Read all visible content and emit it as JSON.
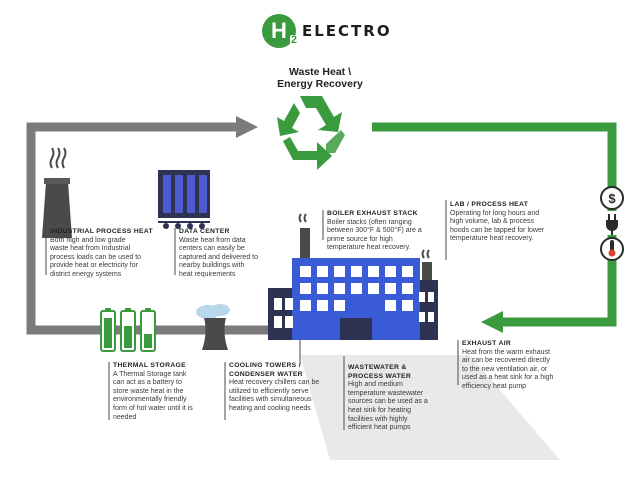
{
  "logo": {
    "mark": "H",
    "sub": "2",
    "text": "ELECTRO"
  },
  "title": {
    "line1": "Waste Heat \\",
    "line2": "Energy Recovery"
  },
  "sections": {
    "industrial": {
      "heading": "INDUSTRIAL PROCESS HEAT",
      "lines": [
        "Both high and low grade",
        "waste heat from Industrial",
        "process loads can be used to",
        "provide heat or electricity for",
        "district energy systems"
      ]
    },
    "datacenter": {
      "heading": "DATA CENTER",
      "lines": [
        "Waste heat from data",
        "centers can easily be",
        "captured and delivered to",
        "nearby buildings with",
        "heat requirements"
      ]
    },
    "boiler": {
      "heading": "BOILER EXHAUST STACK",
      "lines": [
        "Boiler stacks (often ranging",
        "between 300°F & 500°F) are a",
        "prime source for high",
        "temperature heat recovery."
      ]
    },
    "lab": {
      "heading": "LAB / PROCESS HEAT",
      "lines": [
        "Operating for long hours and",
        "high volume, lab & process",
        "hoods can be tapped for lower",
        "temperature heat recovery."
      ]
    },
    "exhaust": {
      "heading": "EXHAUST AIR",
      "lines": [
        "Heat from the warm exhaust",
        "air can be recovered directly",
        "to the new ventilation air, or",
        "used as a heat sink for a high",
        "efficiency heat pump"
      ]
    },
    "wastewater": {
      "heading": "WASTEWATER &",
      "heading2": "PROCESS WATER",
      "lines": [
        "High and medium",
        "temperature wastewater",
        "sources can be used as a",
        "heat sink for heating",
        "facilities with highly",
        "efficient heat pumps"
      ]
    },
    "cooling": {
      "heading": "COOLING TOWERS /",
      "heading2": "CONDENSER WATER",
      "lines": [
        "Heat recovery chillers can be",
        "utilized to efficiently serve",
        "facilities with simultaneous",
        "heating and cooling needs"
      ]
    },
    "thermal": {
      "heading": "THERMAL STORAGE",
      "lines": [
        "A Thermal Storage tank",
        "can act as a battery to",
        "store waste heat in the",
        "environmentally friendly",
        "form of hot water until it is",
        "needed"
      ]
    }
  },
  "icons": {
    "dollar": "dollar-icon",
    "plug": "plug-icon",
    "thermometer": "thermometer-icon",
    "recycle": "recycle-icon",
    "factory": "factory-icon",
    "servers": "server-rack-icon",
    "battery": "battery-icon",
    "cooling_tower": "cooling-tower-icon",
    "chimney": "chimney-icon"
  },
  "colors": {
    "green": "#3a9a3e",
    "gray": "#7a7a7a",
    "blue": "#3a5bd6",
    "navy": "#2e3354",
    "dark": "#4a4a4a"
  }
}
